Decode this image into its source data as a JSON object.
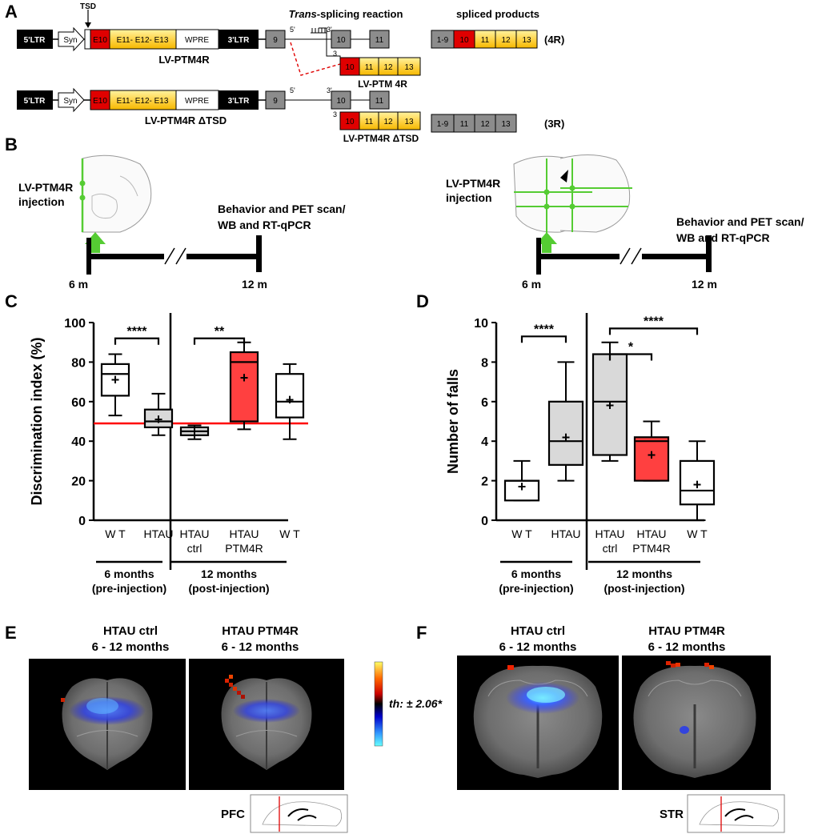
{
  "panels": {
    "A": "A",
    "B": "B",
    "C": "C",
    "D": "D",
    "E": "E",
    "F": "F"
  },
  "panel_a": {
    "tsd": "TSD",
    "ltr5": "5'LTR",
    "syn": "Syn",
    "e10": "E10",
    "e11_13": "E11- E12- E13",
    "wpre": "WPRE",
    "ltr3": "3'LTR",
    "construct1": "LV-PTM4R",
    "construct2": "LV-PTM4R ΔTSD",
    "trans_title_italic": "Trans",
    "trans_title_rest": "-splicing reaction",
    "spliced_title": "spliced products",
    "exon9": "9",
    "exon10": "10",
    "exon11": "11",
    "exon12": "12",
    "exon13": "13",
    "exon1_9": "1-9",
    "prime5": "5'",
    "prime3": "3'",
    "prime3b": "3",
    "ptm_label1": "LV-PTM 4R",
    "ptm_label2": "LV-PTM4R ΔTSD",
    "iso4r": "(4R)",
    "iso3r": "(3R)"
  },
  "panel_b": {
    "injection_line1": "LV-PTM4R",
    "injection_line2": "injection",
    "endpoint_line1": "Behavior and PET scan/",
    "endpoint_line2": "WB and RT-qPCR",
    "t_start": "6 m",
    "t_end": "12 m"
  },
  "chart_data": [
    {
      "type": "box",
      "panel": "C",
      "ylabel": "Discrimination index (%)",
      "ylim": [
        0,
        100
      ],
      "yticks": [
        0,
        20,
        40,
        60,
        80,
        100
      ],
      "reference_line": 49,
      "categories": [
        {
          "line1": "W T",
          "line2": "",
          "fill": "#ffffff",
          "whisker_low": 53,
          "q1": 63,
          "median": 74,
          "q3": 79,
          "whisker_high": 84,
          "mean": 71
        },
        {
          "line1": "HTAU",
          "line2": "",
          "fill": "#d9d9d9",
          "whisker_low": 43,
          "q1": 47,
          "median": 50,
          "q3": 56,
          "whisker_high": 64,
          "mean": 51
        },
        {
          "line1": "HTAU",
          "line2": "ctrl",
          "fill": "#d9d9d9",
          "whisker_low": 41,
          "q1": 43,
          "median": 45,
          "q3": 47,
          "whisker_high": 48,
          "mean": 45
        },
        {
          "line1": "HTAU",
          "line2": "PTM4R",
          "fill": "#ff4040",
          "whisker_low": 46,
          "q1": 50,
          "median": 80,
          "q3": 85,
          "whisker_high": 90,
          "mean": 72
        },
        {
          "line1": "W T",
          "line2": "",
          "fill": "#ffffff",
          "whisker_low": 41,
          "q1": 52,
          "median": 60,
          "q3": 74,
          "whisker_high": 79,
          "mean": 61
        }
      ],
      "groups": [
        {
          "line1": "6 months",
          "line2": "(pre-injection)"
        },
        {
          "line1": "12 months",
          "line2": "(post-injection)"
        }
      ],
      "significance": [
        {
          "from": 0,
          "to": 1,
          "y": 92,
          "label": "****"
        },
        {
          "from": 2,
          "to": 3,
          "y": 92,
          "label": "**"
        }
      ]
    },
    {
      "type": "box",
      "panel": "D",
      "ylabel": "Number of falls",
      "ylim": [
        0,
        10
      ],
      "yticks": [
        0,
        2,
        4,
        6,
        8,
        10
      ],
      "categories": [
        {
          "line1": "W T",
          "line2": "",
          "fill": "#ffffff",
          "whisker_low": 1,
          "q1": 1,
          "median": 2,
          "q3": 2,
          "whisker_high": 3,
          "mean": 1.7
        },
        {
          "line1": "HTAU",
          "line2": "",
          "fill": "#d9d9d9",
          "whisker_low": 2,
          "q1": 2.8,
          "median": 4,
          "q3": 6,
          "whisker_high": 8,
          "mean": 4.2
        },
        {
          "line1": "HTAU",
          "line2": "ctrl",
          "fill": "#d9d9d9",
          "whisker_low": 3,
          "q1": 3.3,
          "median": 6,
          "q3": 8.4,
          "whisker_high": 9,
          "mean": 5.8
        },
        {
          "line1": "HTAU",
          "line2": "PTM4R",
          "fill": "#ff4040",
          "whisker_low": 2,
          "q1": 2,
          "median": 4,
          "q3": 4.2,
          "whisker_high": 5,
          "mean": 3.3
        },
        {
          "line1": "W T",
          "line2": "",
          "fill": "#ffffff",
          "whisker_low": 0,
          "q1": 0.8,
          "median": 1.5,
          "q3": 3,
          "whisker_high": 4,
          "mean": 1.8
        }
      ],
      "groups": [
        {
          "line1": "6 months",
          "line2": "(pre-injection)"
        },
        {
          "line1": "12 months",
          "line2": "(post-injection)"
        }
      ],
      "significance": [
        {
          "from": 0,
          "to": 1,
          "y": 9.3,
          "label": "****"
        },
        {
          "from": 2,
          "to": 3,
          "y": 8.4,
          "label": "*"
        },
        {
          "from": 2,
          "to": 4,
          "y": 9.7,
          "label": "****"
        }
      ]
    }
  ],
  "panel_e": {
    "img1_title1": "HTAU ctrl",
    "img1_title2": "6 - 12 months",
    "img2_title1": "HTAU PTM4R",
    "img2_title2": "6 - 12 months",
    "region": "PFC",
    "colorbar_label": "th: ± 2.06*"
  },
  "panel_f": {
    "img1_title1": "HTAU ctrl",
    "img1_title2": "6 - 12 months",
    "img2_title1": "HTAU PTM4R",
    "img2_title2": "6 - 12 months",
    "region": "STR"
  },
  "colors": {
    "red": "#e00000",
    "yellow": "#ffd44a",
    "green": "#55cc33",
    "ref_line": "#ff0000"
  }
}
